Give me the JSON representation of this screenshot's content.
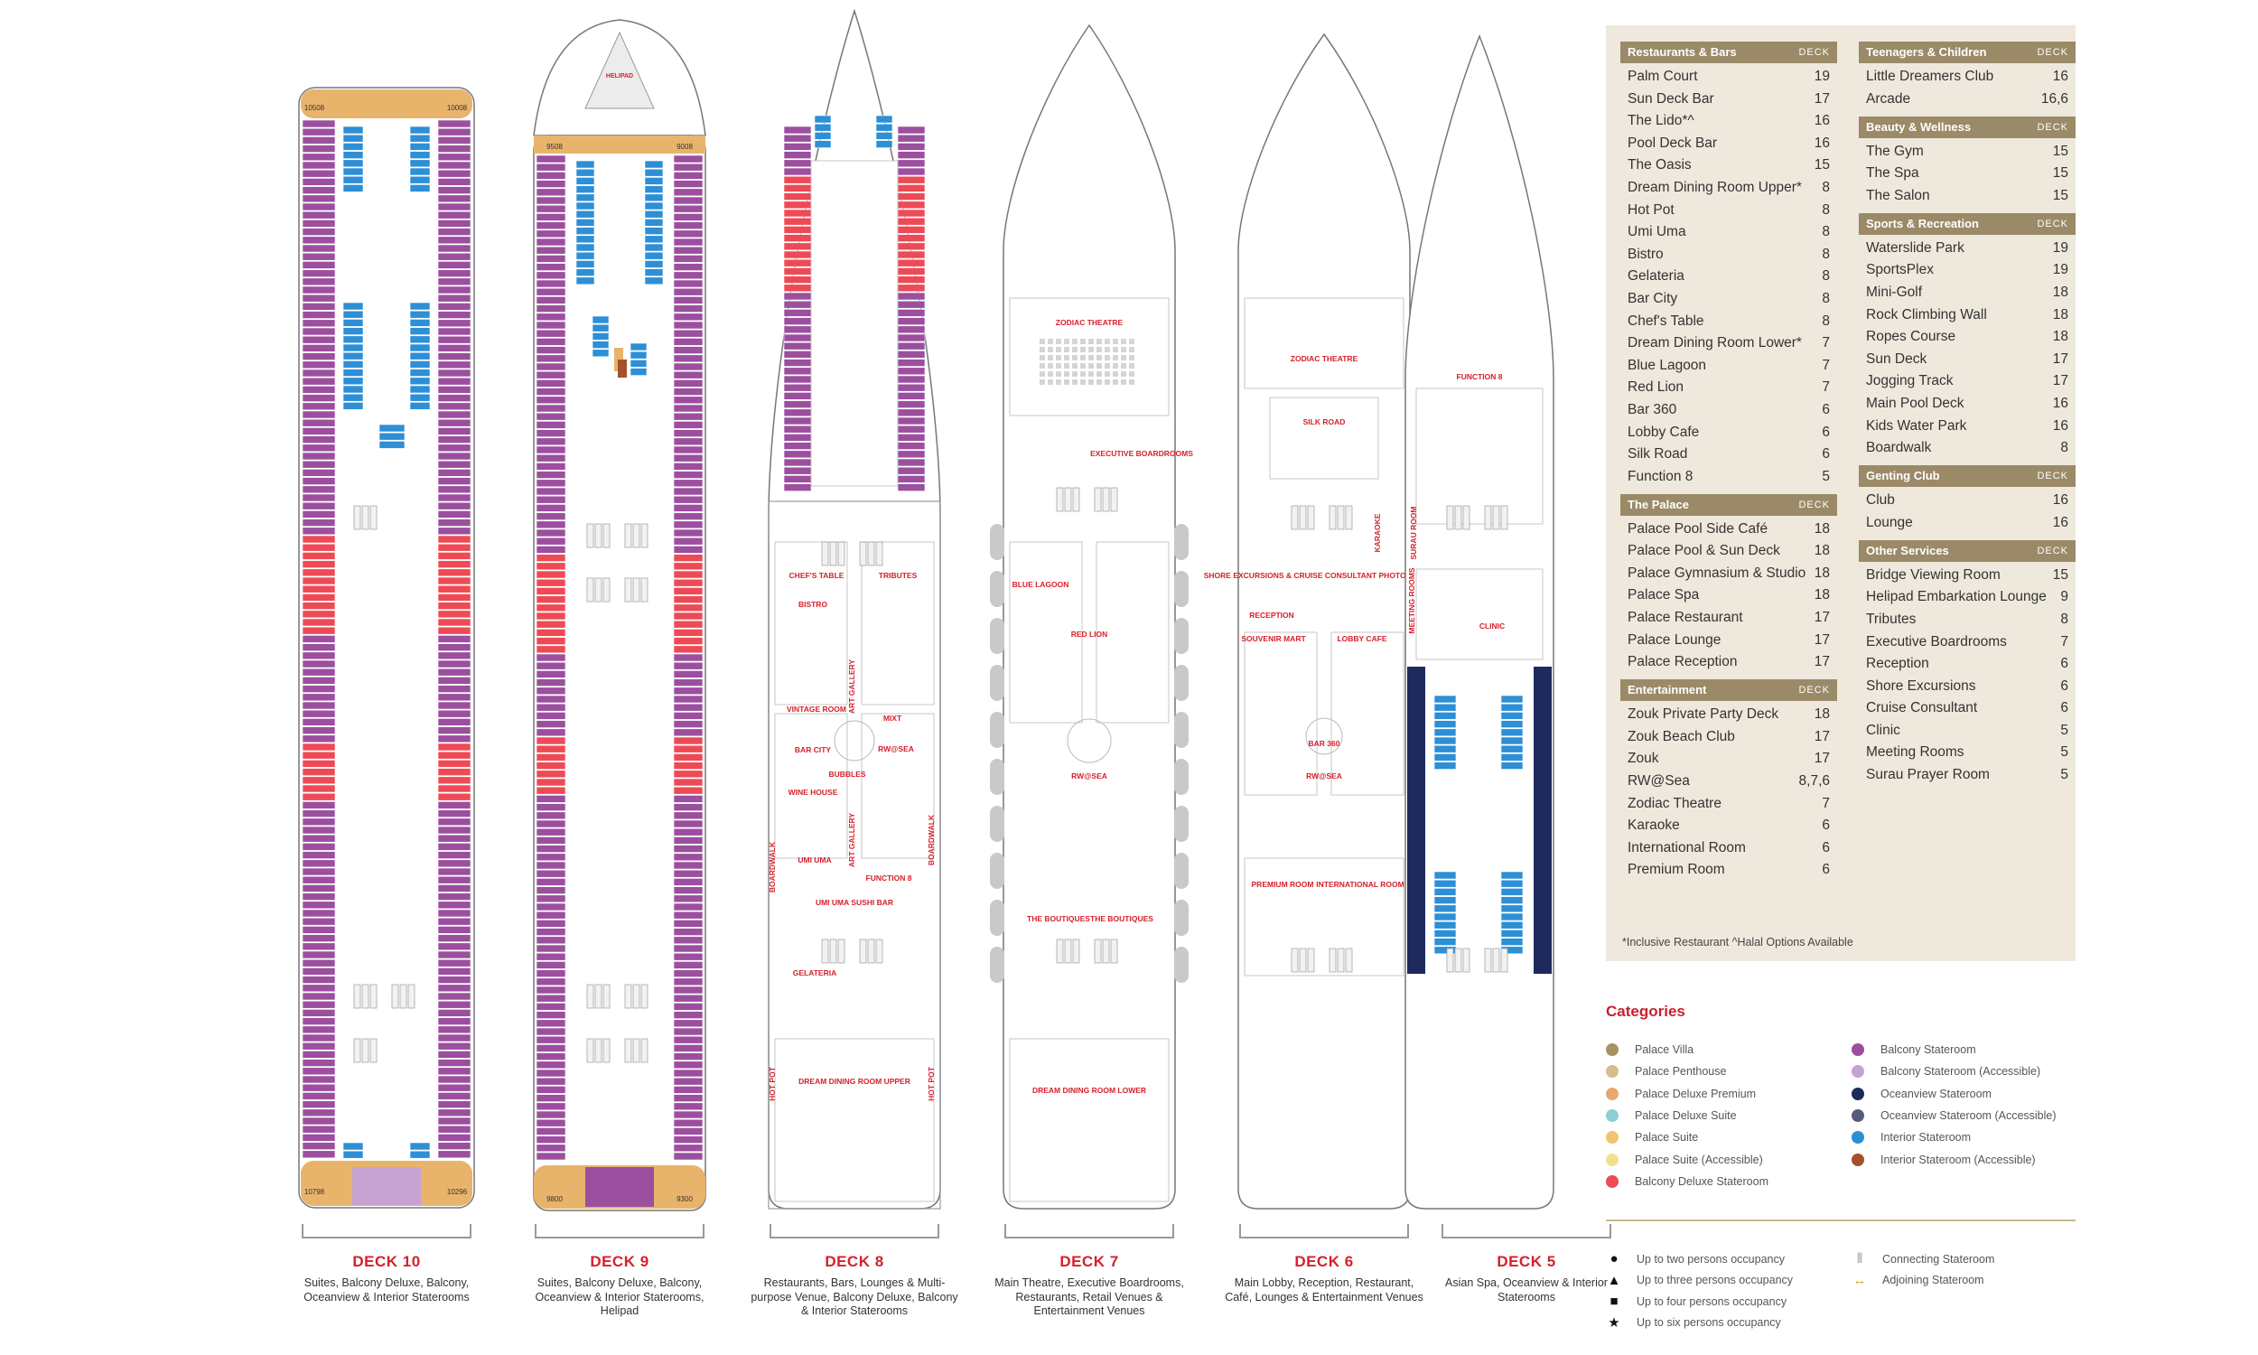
{
  "decks": [
    {
      "name": "DECK 10",
      "description": "Suites, Balcony Deluxe, Balcony, Oceanview & Interior Staterooms"
    },
    {
      "name": "DECK 9",
      "description": "Suites, Balcony Deluxe, Balcony, Oceanview & Interior Staterooms, Helipad"
    },
    {
      "name": "DECK 8",
      "description": "Restaurants, Bars, Lounges & Multi-purpose Venue, Balcony Deluxe, Balcony & Interior Staterooms"
    },
    {
      "name": "DECK 7",
      "description": "Main Theatre, Executive Boardrooms, Restaurants, Retail Venues & Entertainment Venues"
    },
    {
      "name": "DECK 6",
      "description": "Main Lobby, Reception, Restaurant, Café, Lounges & Entertainment Venues"
    },
    {
      "name": "DECK 5",
      "description": "Asian Spa, Oceanview & Interior Staterooms"
    }
  ],
  "plan_labels": {
    "d10_end_cabins": [
      "10508",
      "10008",
      "10798",
      "10296"
    ],
    "d9": [
      "HELIPAD",
      "9508",
      "9008",
      "9800",
      "9300"
    ],
    "d8": [
      "CHEF'S TABLE",
      "TRIBUTES",
      "BISTRO",
      "ART GALLERY",
      "VINTAGE ROOM",
      "MIXT",
      "BAR CITY",
      "RW@SEA",
      "WINE HOUSE",
      "BUBBLES",
      "ART GALLERY",
      "BOARDWALK",
      "BOARDWALK",
      "UMI UMA",
      "FUNCTION 8",
      "UMI UMA SUSHI BAR",
      "GELATERIA",
      "HOT POT",
      "HOT POT",
      "DREAM DINING ROOM UPPER"
    ],
    "d7": [
      "ZODIAC THEATRE",
      "EXECUTIVE BOARDROOMS",
      "BLUE LAGOON",
      "RED LION",
      "RW@SEA",
      "THE BOUTIQUES",
      "THE BOUTIQUES",
      "DREAM DINING ROOM LOWER"
    ],
    "d6": [
      "ZODIAC THEATRE",
      "SILK ROAD",
      "KARAOKE",
      "SHORE EXCURSIONS & CRUISE CONSULTANT PHOTO GALLERY",
      "RECEPTION",
      "SOUVENIR MART",
      "LOBBY CAFE",
      "BAR 360",
      "RW@SEA",
      "PREMIUM ROOM",
      "INTERNATIONAL ROOM"
    ],
    "d5": [
      "FUNCTION 8",
      "SURAU ROOM",
      "MEETING ROOMS",
      "CLINIC"
    ]
  },
  "directory": {
    "deck_header": "DECK",
    "left": [
      {
        "title": "Restaurants & Bars",
        "items": [
          [
            "Palm Court",
            "19"
          ],
          [
            "Sun Deck Bar",
            "17"
          ],
          [
            "The Lido*^",
            "16"
          ],
          [
            "Pool Deck Bar",
            "16"
          ],
          [
            "The Oasis",
            "15"
          ],
          [
            "Dream Dining Room Upper*",
            "8"
          ],
          [
            "Hot Pot",
            "8"
          ],
          [
            "Umi Uma",
            "8"
          ],
          [
            "Bistro",
            "8"
          ],
          [
            "Gelateria",
            "8"
          ],
          [
            "Bar City",
            "8"
          ],
          [
            "Chef's Table",
            "8"
          ],
          [
            "Dream Dining Room Lower*",
            "7"
          ],
          [
            "Blue Lagoon",
            "7"
          ],
          [
            "Red Lion",
            "7"
          ],
          [
            "Bar 360",
            "6"
          ],
          [
            "Lobby Cafe",
            "6"
          ],
          [
            "Silk Road",
            "6"
          ],
          [
            "Function 8",
            "5"
          ]
        ]
      },
      {
        "title": "The Palace",
        "items": [
          [
            "Palace Pool Side Café",
            "18"
          ],
          [
            "Palace Pool & Sun Deck",
            "18"
          ],
          [
            "Palace Gymnasium & Studio",
            "18"
          ],
          [
            "Palace Spa",
            "18"
          ],
          [
            "Palace Restaurant",
            "17"
          ],
          [
            "Palace Lounge",
            "17"
          ],
          [
            "Palace Reception",
            "17"
          ]
        ]
      },
      {
        "title": "Entertainment",
        "items": [
          [
            "Zouk Private Party Deck",
            "18"
          ],
          [
            "Zouk Beach Club",
            "17"
          ],
          [
            "Zouk",
            "17"
          ],
          [
            "RW@Sea",
            "8,7,6"
          ],
          [
            "Zodiac Theatre",
            "7"
          ],
          [
            "Karaoke",
            "6"
          ],
          [
            "International Room",
            "6"
          ],
          [
            "Premium Room",
            "6"
          ]
        ]
      }
    ],
    "right": [
      {
        "title": "Teenagers & Children",
        "items": [
          [
            "Little Dreamers Club",
            "16"
          ],
          [
            "Arcade",
            "16,6"
          ]
        ]
      },
      {
        "title": "Beauty & Wellness",
        "items": [
          [
            "The Gym",
            "15"
          ],
          [
            "The Spa",
            "15"
          ],
          [
            "The Salon",
            "15"
          ]
        ]
      },
      {
        "title": "Sports & Recreation",
        "items": [
          [
            "Waterslide Park",
            "19"
          ],
          [
            "SportsPlex",
            "19"
          ],
          [
            "Mini-Golf",
            "18"
          ],
          [
            "Rock Climbing Wall",
            "18"
          ],
          [
            "Ropes Course",
            "18"
          ],
          [
            "Sun Deck",
            "17"
          ],
          [
            "Jogging Track",
            "17"
          ],
          [
            "Main Pool Deck",
            "16"
          ],
          [
            "Kids Water Park",
            "16"
          ],
          [
            "Boardwalk",
            "8"
          ]
        ]
      },
      {
        "title": "Genting Club",
        "items": [
          [
            "Club",
            "16"
          ],
          [
            "Lounge",
            "16"
          ]
        ]
      },
      {
        "title": "Other Services",
        "items": [
          [
            "Bridge Viewing Room",
            "15"
          ],
          [
            "Helipad Embarkation Lounge",
            "9"
          ],
          [
            "Tributes",
            "8"
          ],
          [
            "Executive Boardrooms",
            "7"
          ],
          [
            "Reception",
            "6"
          ],
          [
            "Shore Excursions",
            "6"
          ],
          [
            "Cruise Consultant",
            "6"
          ],
          [
            "Clinic",
            "5"
          ],
          [
            "Meeting Rooms",
            "5"
          ],
          [
            "Surau Prayer Room",
            "5"
          ]
        ]
      }
    ],
    "footnote": "*Inclusive Restaurant   ^Halal Options Available"
  },
  "categories": {
    "title": "Categories",
    "left": [
      {
        "label": "Palace Villa",
        "color": "#a89262"
      },
      {
        "label": "Palace Penthouse",
        "color": "#d8bd8c"
      },
      {
        "label": "Palace Deluxe Premium",
        "color": "#e8a86c"
      },
      {
        "label": "Palace Deluxe Suite",
        "color": "#8ecfd3"
      },
      {
        "label": "Palace Suite",
        "color": "#f1c56f"
      },
      {
        "label": "Palace Suite (Accessible)",
        "color": "#f3e08f"
      },
      {
        "label": "Balcony Deluxe Stateroom",
        "color": "#ee4a55"
      }
    ],
    "right": [
      {
        "label": "Balcony Stateroom",
        "color": "#9b4f9e"
      },
      {
        "label": "Balcony Stateroom (Accessible)",
        "color": "#c6a2d3"
      },
      {
        "label": "Oceanview Stateroom",
        "color": "#1e2a5b"
      },
      {
        "label": "Oceanview Stateroom (Accessible)",
        "color": "#575c7c"
      },
      {
        "label": "Interior Stateroom",
        "color": "#2d8fd6"
      },
      {
        "label": "Interior Stateroom (Accessible)",
        "color": "#a4502a"
      }
    ]
  },
  "occupancy": {
    "left": [
      {
        "symbol": "●",
        "label": "Up to two persons occupancy"
      },
      {
        "symbol": "▲",
        "label": "Up to three persons occupancy"
      },
      {
        "symbol": "■",
        "label": "Up to four persons occupancy"
      },
      {
        "symbol": "★",
        "label": "Up to six persons occupancy"
      }
    ],
    "right": [
      {
        "symbol": "⦀",
        "label": "Connecting Stateroom"
      },
      {
        "symbol": "↔",
        "label": "Adjoining Stateroom"
      }
    ]
  },
  "colors": {
    "brand_red": "#c8202f",
    "panel_bg": "#efe9dd",
    "header_bg": "#9b8a68",
    "purple": "#9b4f9e",
    "red": "#ee4a55",
    "blue": "#2d8fd6",
    "navy": "#1e2a5b",
    "gold": "#e8b46c"
  }
}
